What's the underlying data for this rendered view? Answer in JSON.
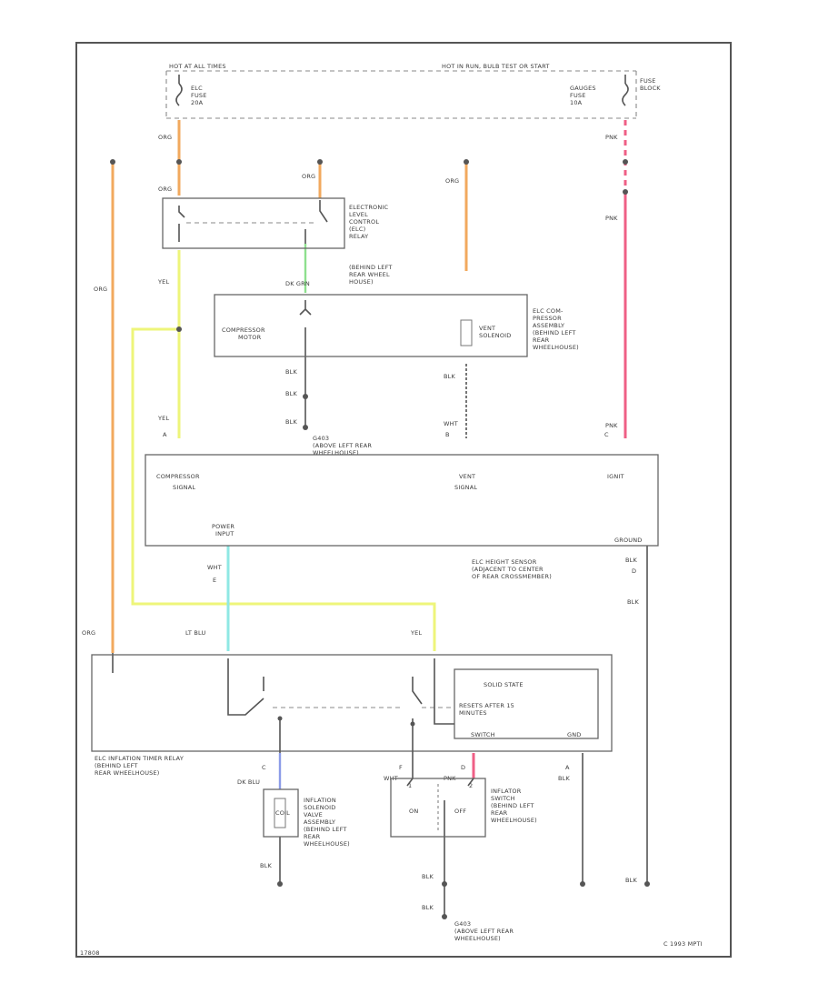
{
  "power": {
    "left_label": "HOT AT ALL TIMES",
    "right_label": "HOT IN RUN, BULB TEST OR START",
    "fuse_left": [
      "ELC",
      "FUSE",
      "20A"
    ],
    "fuse_right": [
      "GAUGES",
      "FUSE",
      "10A"
    ],
    "fuse_block": [
      "FUSE",
      "BLOCK"
    ]
  },
  "wires": {
    "org": "ORG",
    "yel": "YEL",
    "pnk": "PNK",
    "dk_grn": "DK GRN",
    "blk": "BLK",
    "wht": "WHT",
    "lt_blu": "LT BLU",
    "dk_blu": "DK BLU"
  },
  "relay": {
    "label": [
      "ELECTRONIC",
      "LEVEL",
      "CONTROL",
      "(ELC)",
      "RELAY",
      "(BEHIND LEFT",
      "REAR WHEEL",
      "HOUSE)"
    ]
  },
  "compressor": {
    "motor_label": [
      "COMPRESSOR",
      "MOTOR"
    ],
    "exhaust_label": [
      "VENT",
      "SOLENOID"
    ],
    "assembly_label": [
      "ELC COM-",
      "PRESSOR",
      "ASSEMBLY",
      "(BEHIND LEFT",
      "REAR",
      "WHEELHOUSE)"
    ],
    "ground_label": [
      "G403",
      "(ABOVE LEFT REAR",
      "WHEELHOUSE)"
    ]
  },
  "sensor": {
    "compressor_signal": [
      "COMPRESSOR",
      "SIGNAL"
    ],
    "vent_signal": [
      "VENT",
      "SIGNAL"
    ],
    "ignition": "IGNIT",
    "power_input": [
      "POWER",
      "INPUT"
    ],
    "ground": "GROUND",
    "label": [
      "ELC HEIGHT SENSOR",
      "(ADJACENT TO CENTER",
      "OF REAR CROSSMEMBER)"
    ]
  },
  "timer_relay": {
    "label": [
      "ELC INFLATION TIMER RELAY",
      "(BEHIND LEFT",
      "REAR WHEELHOUSE)"
    ],
    "solid_state": "SOLID STATE",
    "resets": [
      "RESETS AFTER 15",
      "MINUTES"
    ],
    "switch_label": "SWITCH",
    "ground_pin": "GND"
  },
  "solenoid": {
    "label": [
      "INFLATION",
      "SOLENOID",
      "VALVE",
      "ASSEMBLY",
      "(BEHIND LEFT",
      "REAR",
      "WHEELHOUSE)"
    ],
    "coil_text": "COIL"
  },
  "inflation_switch": {
    "on": "ON",
    "off": "OFF",
    "label": [
      "INFLATOR",
      "SWITCH",
      "(BEHIND LEFT",
      "REAR",
      "WHEELHOUSE)"
    ]
  },
  "bottom_ground": [
    "G403",
    "(ABOVE LEFT REAR",
    "WHEELHOUSE)"
  ],
  "pins": {
    "a": "A",
    "b": "B",
    "c": "C",
    "d": "D",
    "e": "E",
    "f": "F",
    "one": "1",
    "two": "2"
  },
  "footer_left": "17808",
  "footer_right": "C 1993 MPTI"
}
